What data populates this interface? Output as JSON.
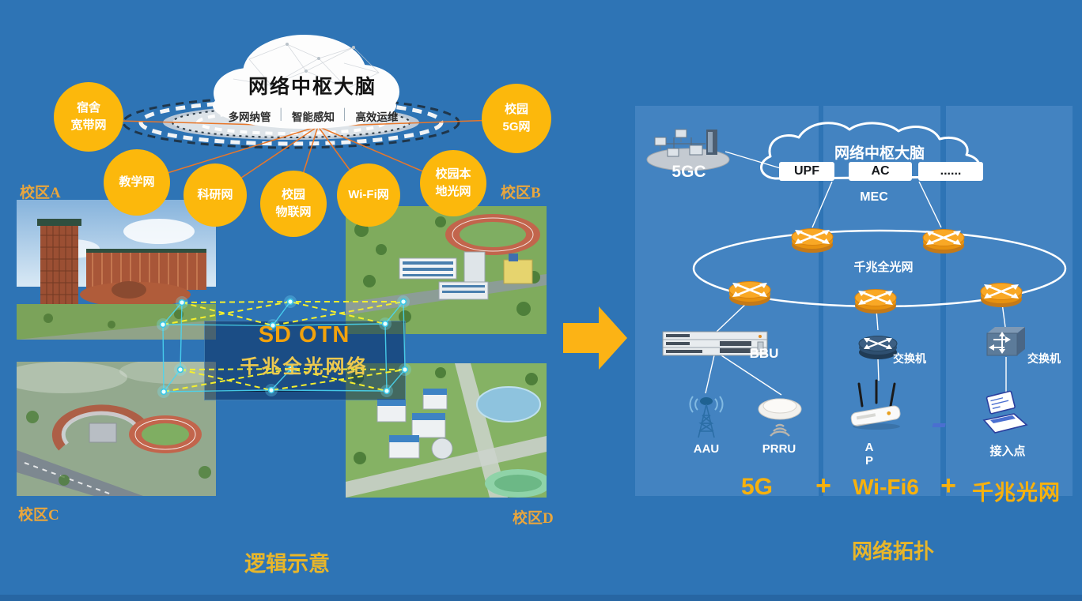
{
  "left": {
    "cloud_title": "网络中枢大脑",
    "cloud_features": [
      "多网纳管",
      "智能感知",
      "高效运维"
    ],
    "feature_separator": "│",
    "circles": [
      {
        "lines": [
          "宿舍",
          "宽带网"
        ]
      },
      {
        "lines": [
          "教学网"
        ]
      },
      {
        "lines": [
          "科研网"
        ]
      },
      {
        "lines": [
          "校园",
          "物联网"
        ]
      },
      {
        "lines": [
          "Wi-Fi网"
        ]
      },
      {
        "lines": [
          "校园本",
          "地光网"
        ]
      },
      {
        "lines": [
          "校园",
          "5G网"
        ]
      }
    ],
    "campus_a": "校区A",
    "campus_b": "校区B",
    "campus_c": "校区C",
    "campus_d": "校区D",
    "core_title": "SD OTN",
    "core_subtitle": "千兆全光网络",
    "caption": "逻辑示意"
  },
  "right": {
    "core_label": "5GC",
    "cloud_title": "网络中枢大脑",
    "cloud_boxes": [
      "UPF",
      "AC",
      "......"
    ],
    "mec_label": "MEC",
    "ring_label": "千兆全光网",
    "bbu_label": "BBU",
    "aau_label": "AAU",
    "prru_label": "PRRU",
    "switch_label_wifi": "交换机",
    "switch_label_optical": "交换机",
    "ap_line1": "A",
    "ap_line2": "P",
    "access_point_label": "接入点",
    "tech_5g": "5G",
    "plus1": "+",
    "tech_wifi6": "Wi-Fi6",
    "plus2": "+",
    "tech_optical": "千兆光网",
    "caption": "网络拓扑"
  },
  "colors": {
    "background": "#2e74b5",
    "panel_column": "#4383c1",
    "circle_orange": "#fcb80c",
    "gold_text": "#f7b10d",
    "caption_gold": "#e8b62a",
    "fan_line_orange": "#e8772a",
    "mesh_yellow": "#f5ef2e",
    "mesh_cyan": "#49d6f2",
    "router_orange": "#f9a825"
  }
}
